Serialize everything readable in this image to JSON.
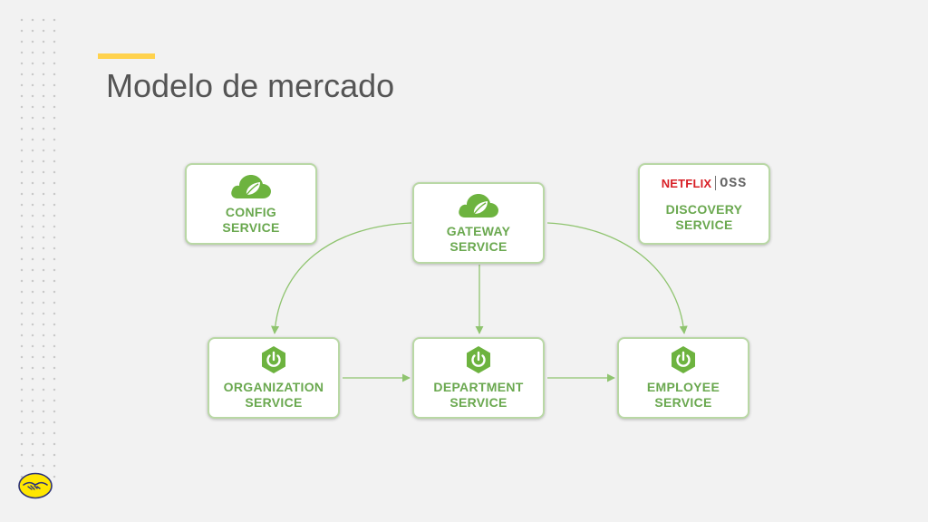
{
  "slide": {
    "title": "Modelo de mercado"
  },
  "nodes": {
    "config": {
      "line1": "CONFIG",
      "line2": "SERVICE",
      "icon": "spring-cloud-leaf-icon"
    },
    "gateway": {
      "line1": "GATEWAY",
      "line2": "SERVICE",
      "icon": "spring-cloud-leaf-icon"
    },
    "discovery": {
      "line1": "DISCOVERY",
      "line2": "SERVICE",
      "logo_netflix": "NETFLIX",
      "logo_oss": "OSS"
    },
    "organization": {
      "line1": "ORGANIZATION",
      "line2": "SERVICE",
      "icon": "spring-boot-power-icon"
    },
    "department": {
      "line1": "DEPARTMENT",
      "line2": "SERVICE",
      "icon": "spring-boot-power-icon"
    },
    "employee": {
      "line1": "EMPLOYEE",
      "line2": "SERVICE",
      "icon": "spring-boot-power-icon"
    }
  },
  "colors": {
    "accent": "#ffd24d",
    "node_text": "#6aa84f",
    "node_border": "#b9d8a5",
    "connector": "#8fc46f",
    "netflix_red": "#d81f26"
  }
}
